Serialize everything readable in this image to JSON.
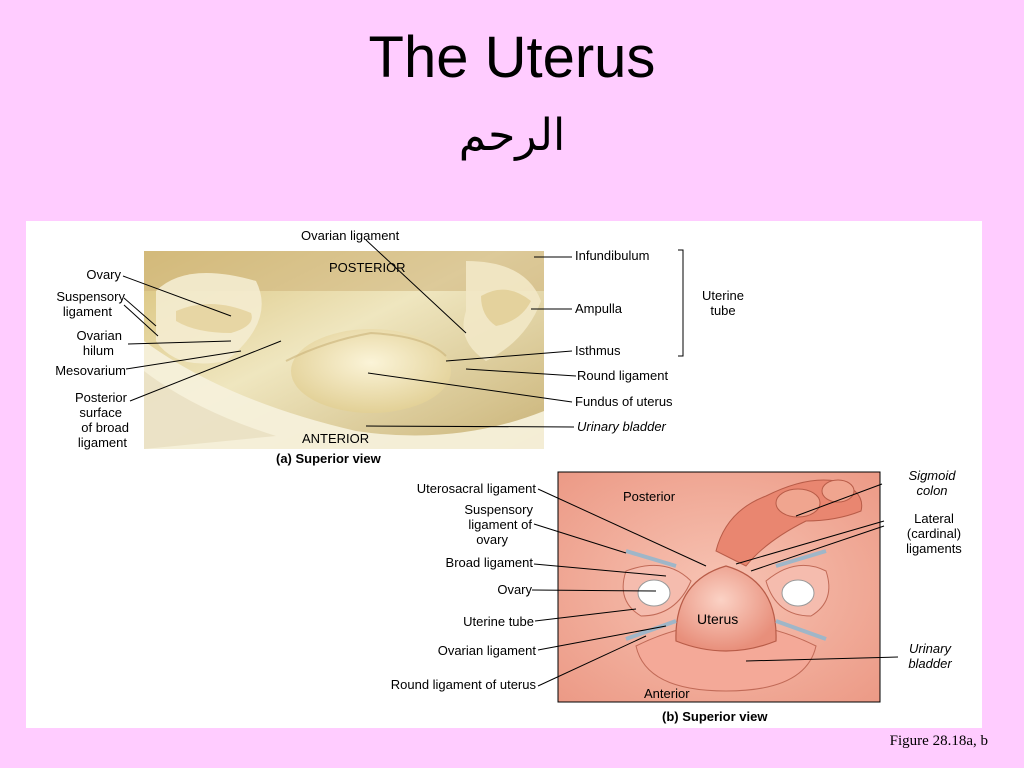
{
  "slide": {
    "title": "The Uterus",
    "subtitle": "الرحم",
    "figure_ref": "Figure 28.18a, b"
  },
  "panel_a": {
    "caption": "(a) Superior view",
    "orientation_top": "POSTERIOR",
    "orientation_bottom": "ANTERIOR",
    "labels_left": {
      "ovary": "Ovary",
      "suspensory_1": "Suspensory",
      "suspensory_2": "ligament",
      "hilum_1": "Ovarian",
      "hilum_2": "hilum",
      "mesovarium": "Mesovarium",
      "posterior_1": "Posterior",
      "posterior_2": "surface",
      "posterior_3": "of broad",
      "posterior_4": "ligament"
    },
    "label_top": "Ovarian ligament",
    "labels_right": {
      "infundibulum": "Infundibulum",
      "ampulla": "Ampulla",
      "isthmus": "Isthmus",
      "round_ligament": "Round ligament",
      "fundus": "Fundus of uterus",
      "bladder": "Urinary bladder"
    },
    "bracket_1": "Uterine",
    "bracket_2": "tube"
  },
  "panel_b": {
    "caption": "(b) Superior view",
    "orientation_top": "Posterior",
    "orientation_bottom": "Anterior",
    "organ_label": "Uterus",
    "labels_left": {
      "uterosacral": "Uterosacral ligament",
      "suspensory_1": "Suspensory",
      "suspensory_2": "ligament of",
      "suspensory_3": "ovary",
      "broad": "Broad ligament",
      "ovary": "Ovary",
      "uterine_tube": "Uterine tube",
      "ovarian_ligament": "Ovarian ligament",
      "round_ligament": "Round ligament of uterus"
    },
    "labels_right": {
      "sigmoid_1": "Sigmoid",
      "sigmoid_2": "colon",
      "lateral_1": "Lateral",
      "lateral_2": "(cardinal)",
      "lateral_3": "ligaments",
      "bladder_1": "Urinary",
      "bladder_2": "bladder"
    }
  },
  "colors": {
    "background": "#ffccff",
    "panel": "#ffffff",
    "photo_tone": "#e9dca6",
    "illustration_tone": "#f3b0a0"
  }
}
